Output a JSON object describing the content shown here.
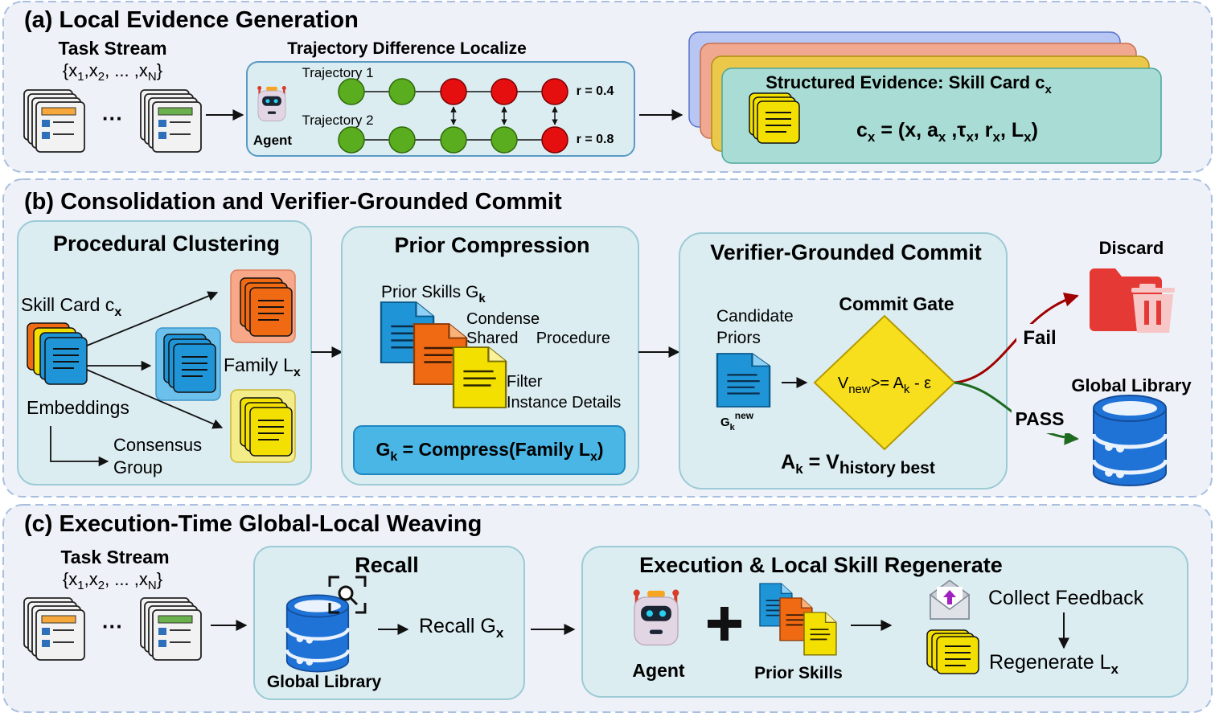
{
  "panel_a": {
    "title": "(a) Local Evidence Generation",
    "task_stream_label": "Task Stream",
    "stream_open": "{x",
    "s1": "1",
    "comma1": ",x",
    "s2": "2",
    "dots": ", ... ,x",
    "sN": "N",
    "stream_close": "}",
    "ellipsis": "···",
    "traj_title": "Trajectory Difference Localize",
    "traj1": "Trajectory 1",
    "traj2": "Trajectory 2",
    "agent": "Agent",
    "r1": "r = 0.4",
    "r2": "r = 0.8",
    "evidence_title": "Structured Evidence: Skill Card c",
    "evidence_sub": "x",
    "formula": {
      "c": "c",
      "x": "x",
      "eq": " = (x, a",
      "x2": "x",
      "tau": " ,τ",
      "x3": "x",
      "r": ", r",
      "x4": "x",
      "L": ", L",
      "x5": "x",
      "close": ")"
    }
  },
  "panel_b": {
    "title": "(b) Consolidation and Verifier-Grounded Commit",
    "clustering": {
      "title": "Procedural Clustering",
      "skill_card": "Skill Card c",
      "skill_card_sub": "x",
      "family": "Family L",
      "family_sub": "x",
      "embeddings": "Embeddings",
      "consensus1": "Consensus",
      "consensus2": "Group"
    },
    "compression": {
      "title": "Prior Compression",
      "prior_skills": "Prior Skills G",
      "prior_skills_sub": "k",
      "condense1": "Condense",
      "condense2": "Shared    Procedure",
      "filter1": "Filter",
      "filter2": "Instance Details",
      "formula_g": "G",
      "formula_k": "k",
      "formula_mid": " = Compress(Family L",
      "formula_x": "x",
      "formula_end": ")"
    },
    "commit": {
      "title": "Verifier-Grounded Commit",
      "candidate1": "Candidate",
      "candidate2": "Priors",
      "gate": "Commit Gate",
      "gate_v": "V",
      "gate_new": "new",
      "gate_mid": ">= A",
      "gate_k": "k",
      "gate_eps": " - ε",
      "gk": "G",
      "gk_sub": "k",
      "gk_sup": "new",
      "ak": "A",
      "ak_sub": "k",
      "ak_eq": " = V",
      "ak_hist": "history best"
    },
    "discard": "Discard",
    "fail": "Fail",
    "pass": "PASS",
    "global_library": "Global Library"
  },
  "panel_c": {
    "title": "(c) Execution-Time Global-Local Weaving",
    "task_stream_label": "Task Stream",
    "ellipsis": "···",
    "recall_title": "Recall",
    "recall_g": "Recall G",
    "recall_x": "x",
    "global_library": "Global Library",
    "exec_title": "Execution & Local Skill Regenerate",
    "agent": "Agent",
    "prior_skills": "Prior Skills",
    "collect": "Collect Feedback",
    "regenerate": "Regenerate L",
    "regenerate_sub": "x"
  },
  "colors": {
    "panel_fill": "#eef1f8",
    "panel_border": "#a9bfe0",
    "sub_fill": "#dcedf2",
    "sub_border": "#9ccbd6",
    "green_node": "#5aad1e",
    "red_node": "#e60f0f",
    "blue_doc": "#1f95d8",
    "orange_doc": "#f06a14",
    "yellow_doc": "#f4e000",
    "gate_yellow": "#f7df1e",
    "discard_red": "#e53935",
    "library_blue": "#1f72d6",
    "fail_arrow": "#a00000",
    "pass_arrow": "#1e6a1e"
  }
}
